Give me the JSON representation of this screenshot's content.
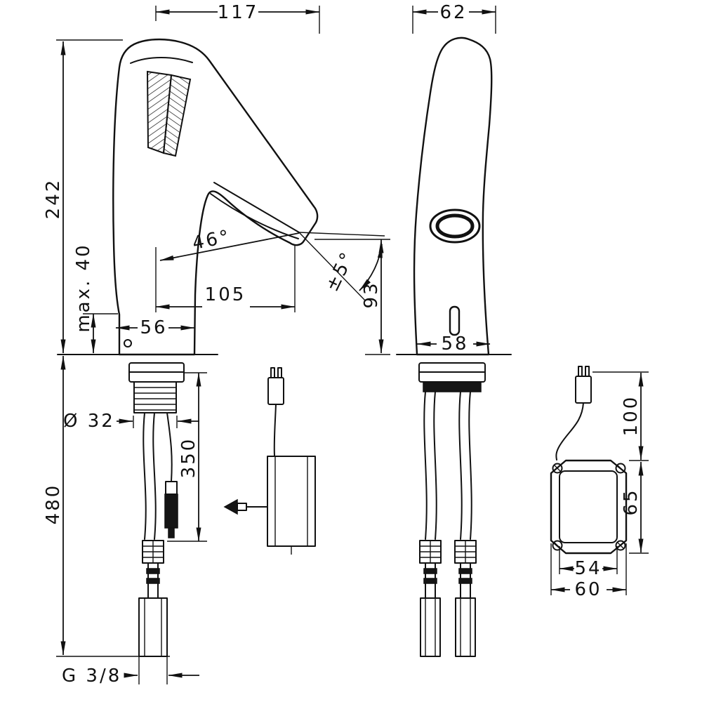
{
  "front_view": {
    "dims": {
      "overall_width": "117",
      "height": "242",
      "max_deck": "max. 40",
      "base_width": "56",
      "reach": "105",
      "spray_angle": "46°",
      "spray_tolerance": "±5°",
      "outlet_height": "93",
      "shank_diameter": "Ø 32",
      "hose_length": "350",
      "install_depth": "480",
      "thread": "G 3/8"
    }
  },
  "side_view": {
    "dims": {
      "overall_depth": "62",
      "base_depth": "58"
    }
  },
  "control_unit": {
    "dims": {
      "cable_length": "100",
      "height": "65",
      "inner_width": "54",
      "width": "60"
    }
  }
}
